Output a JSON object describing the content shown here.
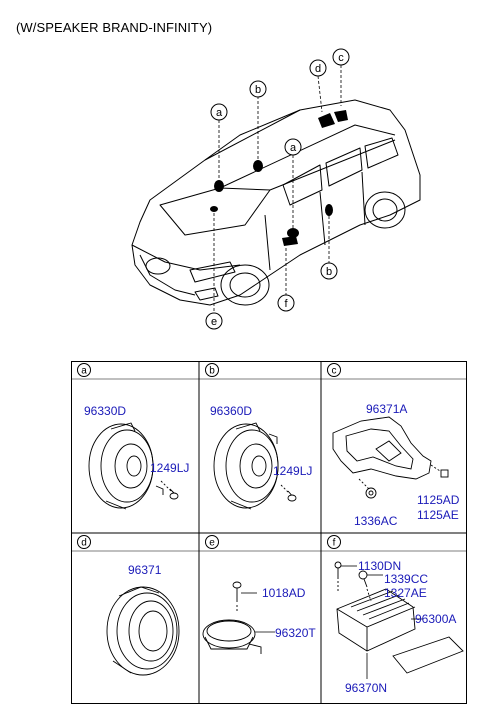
{
  "title": "(W/SPEAKER BRAND-INFINITY)",
  "overview_callouts": [
    "a",
    "b",
    "a",
    "d",
    "c",
    "f",
    "b",
    "e"
  ],
  "panels": [
    {
      "letter": "a",
      "parts": [
        "96330D",
        "1249LJ"
      ]
    },
    {
      "letter": "b",
      "parts": [
        "96360D",
        "1249LJ"
      ]
    },
    {
      "letter": "c",
      "parts": [
        "96371A",
        "1125AD",
        "1125AE",
        "1336AC"
      ]
    },
    {
      "letter": "d",
      "parts": [
        "96371"
      ]
    },
    {
      "letter": "e",
      "parts": [
        "1018AD",
        "96320T"
      ]
    },
    {
      "letter": "f",
      "parts": [
        "1130DN",
        "1339CC",
        "1327AE",
        "96300A",
        "96370N"
      ]
    }
  ],
  "colors": {
    "part_label": "#1a1ab8",
    "line": "#000000"
  }
}
